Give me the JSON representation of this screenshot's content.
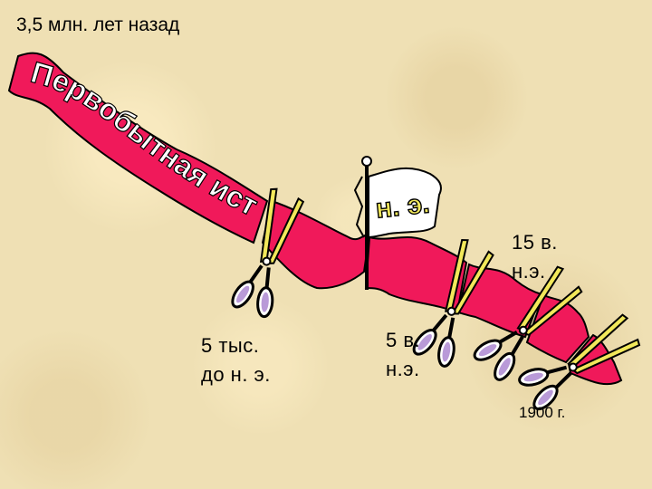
{
  "title": "3,5 млн. лет назад",
  "ribbon": {
    "text": "Первобытная история",
    "color": "#f0195a",
    "outline_color": "#000000",
    "letter_color": "#ffffff"
  },
  "flag": {
    "text": "н. э."
  },
  "labels": {
    "five_thousand_line1": "5 тыс.",
    "five_thousand_line2": "до н. э.",
    "fifth_century_line1": "5 в.",
    "fifth_century_line2": "н.э.",
    "fifteenth_century_line1": "15 в.",
    "fifteenth_century_line2": "н.э.",
    "year_1900": "1900 г."
  },
  "icons": [
    "scissors-icon",
    "flag-icon"
  ],
  "scissors_colors": {
    "blade": "#f2e85a",
    "handle": "#b99ad8",
    "outline": "#000000"
  }
}
